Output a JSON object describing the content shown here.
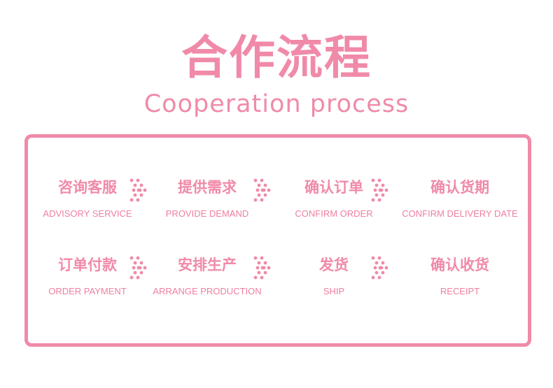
{
  "title": "合作流程",
  "subtitle": "Cooperation process",
  "colors": {
    "accent": "#f08aa8",
    "text_sub": "#ee7fa0"
  },
  "steps": [
    {
      "title": "咨询客服",
      "subtitle": "ADVISORY SERVICE"
    },
    {
      "title": "提供需求",
      "subtitle": "PROVIDE DEMAND"
    },
    {
      "title": "确认订单",
      "subtitle": "CONFIRM ORDER"
    },
    {
      "title": "确认货期",
      "subtitle": "CONFIRM DELIVERY DATE"
    },
    {
      "title": "订单付款",
      "subtitle": "ORDER PAYMENT"
    },
    {
      "title": "安排生产",
      "subtitle": "ARRANGE PRODUCTION"
    },
    {
      "title": "发货",
      "subtitle": "SHIP"
    },
    {
      "title": "确认收货",
      "subtitle": "RECEIPT"
    }
  ],
  "arrow_icon": "dotted-chevron-right-icon"
}
